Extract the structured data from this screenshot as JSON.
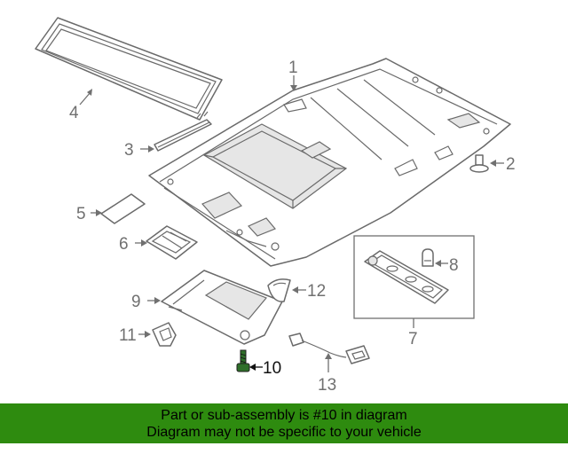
{
  "callouts": {
    "c1": "1",
    "c2": "2",
    "c3": "3",
    "c4": "4",
    "c5": "5",
    "c6": "6",
    "c7": "7",
    "c8": "8",
    "c9": "9",
    "c10": "10",
    "c11": "11",
    "c12": "12",
    "c13": "13"
  },
  "colors": {
    "banner": "#2e8b0f",
    "highlight_part": "#2f6f2a",
    "line_art": "#6a6a6a"
  },
  "banner": {
    "line1": "Part or sub-assembly is #10 in diagram",
    "line2": "Diagram may not be specific to your vehicle"
  }
}
